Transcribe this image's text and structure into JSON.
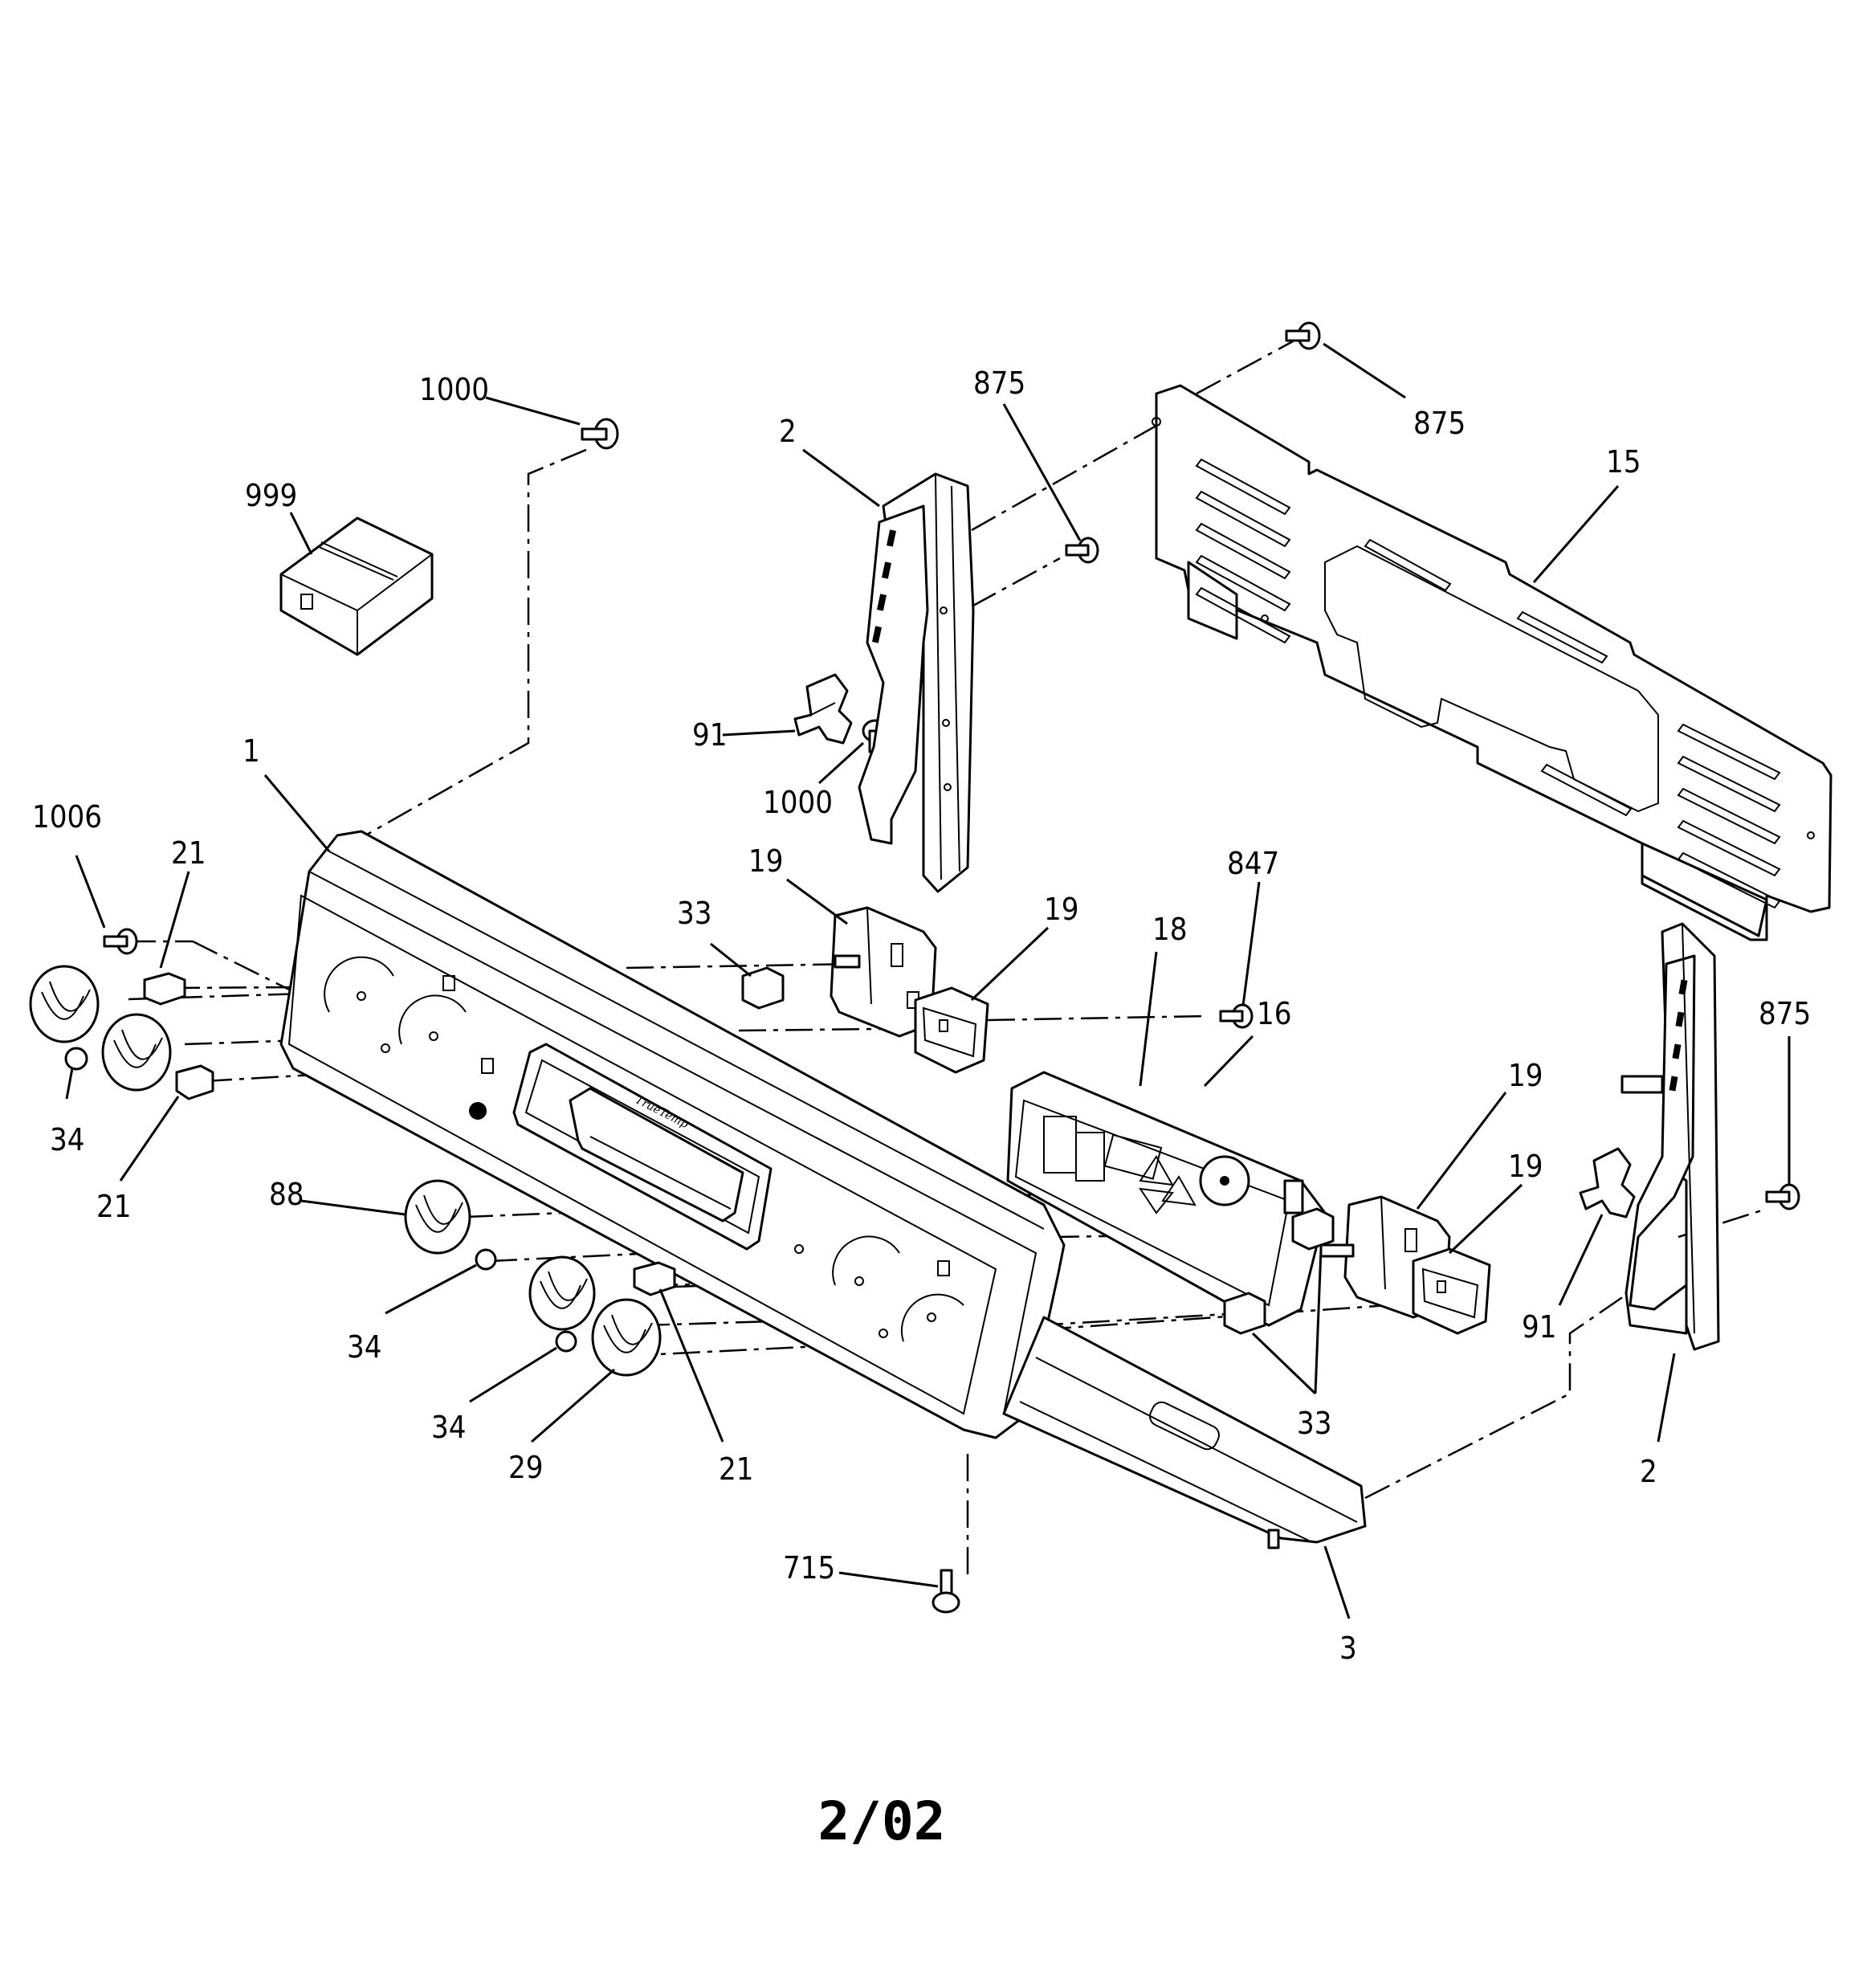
{
  "footer": "2/02",
  "callouts": {
    "c1000a": "1000",
    "c999": "999",
    "c2a": "2",
    "c875a": "875",
    "c875b": "875",
    "c15": "15",
    "c91a": "91",
    "c1000b": "1000",
    "c1": "1",
    "c1006": "1006",
    "c21a": "21",
    "c33a": "33",
    "c19a": "19",
    "c19b": "19",
    "c18": "18",
    "c847": "847",
    "c16": "16",
    "c875c": "875",
    "c34a": "34",
    "c21b": "21",
    "c88": "88",
    "c19c": "19",
    "c19d": "19",
    "c91b": "91",
    "c34b": "34",
    "c34c": "34",
    "c29": "29",
    "c21c": "21",
    "c33b": "33",
    "c2b": "2",
    "c715": "715",
    "c3": "3"
  }
}
